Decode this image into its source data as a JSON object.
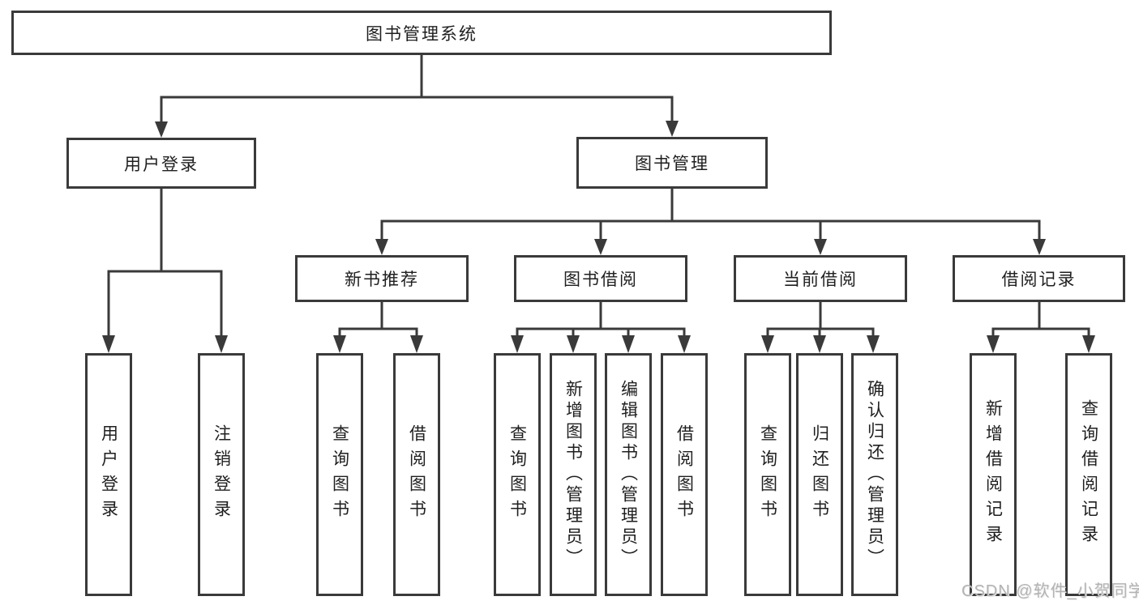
{
  "diagram_type": "hierarchy-tree",
  "colors": {
    "line": "#3a3a3a",
    "box_border": "#3a3a3a",
    "box_fill": "#ffffff",
    "text": "#1f1f1f",
    "background": "#ffffff",
    "watermark": "#b3b3b3"
  },
  "tree": {
    "root": {
      "label": "图书管理系统",
      "children": [
        {
          "label": "用户登录",
          "children": [
            {
              "label": "用户登录"
            },
            {
              "label": "注销登录"
            }
          ]
        },
        {
          "label": "图书管理",
          "children": [
            {
              "label": "新书推荐",
              "children": [
                {
                  "label": "查询图书"
                },
                {
                  "label": "借阅图书"
                }
              ]
            },
            {
              "label": "图书借阅",
              "children": [
                {
                  "label": "查询图书"
                },
                {
                  "label": "新增图书（管理员）"
                },
                {
                  "label": "编辑图书（管理员）"
                },
                {
                  "label": "借阅图书"
                }
              ]
            },
            {
              "label": "当前借阅",
              "children": [
                {
                  "label": "查询图书"
                },
                {
                  "label": "归还图书"
                },
                {
                  "label": "确认归还（管理员）"
                }
              ]
            },
            {
              "label": "借阅记录",
              "children": [
                {
                  "label": "新增借阅记录"
                },
                {
                  "label": "查询借阅记录"
                }
              ]
            }
          ]
        }
      ]
    }
  },
  "watermark": {
    "text": "CSDN @软件_小贺同学"
  }
}
